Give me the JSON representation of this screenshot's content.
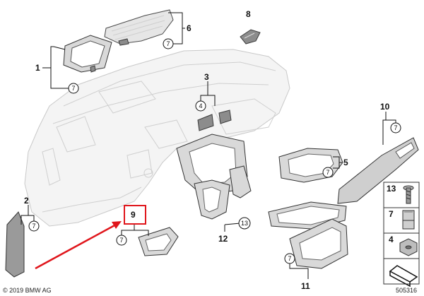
{
  "parts": [
    {
      "label": "1",
      "callouts": [
        "7"
      ]
    },
    {
      "label": "2",
      "callouts": [
        "7"
      ]
    },
    {
      "label": "3",
      "callouts": [
        "4"
      ]
    },
    {
      "label": "5",
      "callouts": [
        "7"
      ]
    },
    {
      "label": "6",
      "callouts": [
        "7"
      ]
    },
    {
      "label": "8",
      "callouts": []
    },
    {
      "label": "9",
      "callouts": [
        "7"
      ]
    },
    {
      "label": "10",
      "callouts": [
        "7"
      ]
    },
    {
      "label": "11",
      "callouts": [
        "7"
      ]
    },
    {
      "label": "12",
      "callouts": [
        "13"
      ]
    }
  ],
  "legend": [
    {
      "label": "13",
      "icon": "screw-icon"
    },
    {
      "label": "7",
      "icon": "clip-icon"
    },
    {
      "label": "4",
      "icon": "nut-icon"
    },
    {
      "label": "",
      "icon": "bracket-symbol-icon"
    }
  ],
  "highlight": {
    "label": "9",
    "color": "#e0161c"
  },
  "arrow_color": "#e0161c",
  "copyright": "© 2019 BMW AG",
  "diagram_number": "505316"
}
